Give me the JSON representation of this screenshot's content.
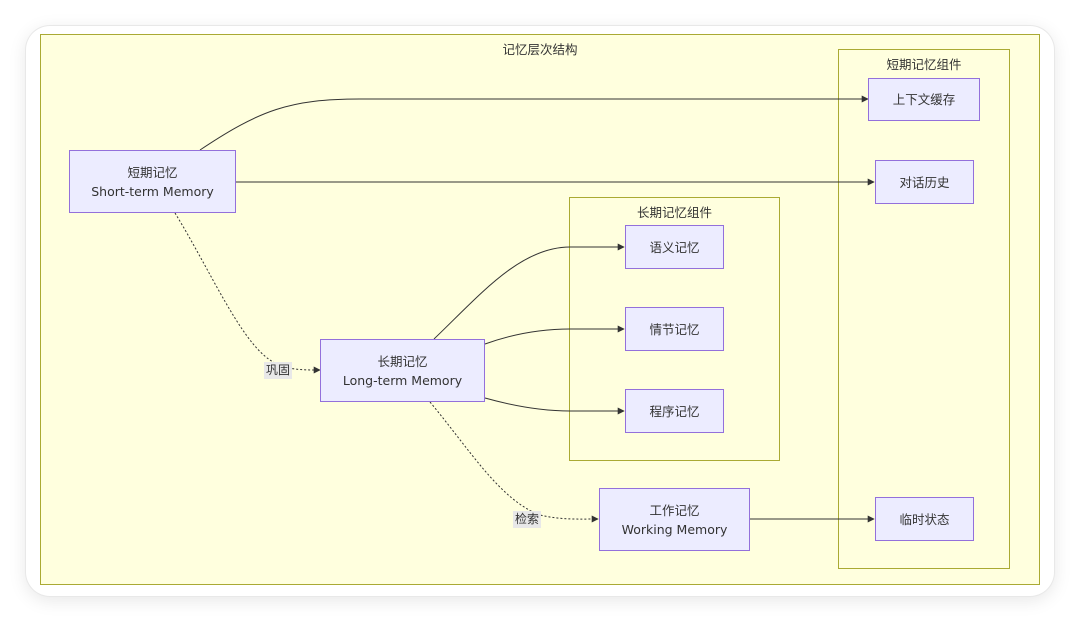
{
  "diagram": {
    "root_title": "记忆层次结构",
    "clusters": {
      "short_components": "短期记忆组件",
      "long_components": "长期记忆组件"
    },
    "nodes": {
      "short_term": {
        "line1": "短期记忆",
        "line2": "Short-term Memory"
      },
      "long_term": {
        "line1": "长期记忆",
        "line2": "Long-term Memory"
      },
      "working": {
        "line1": "工作记忆",
        "line2": "Working Memory"
      },
      "context_cache": "上下文缓存",
      "dialog_history": "对话历史",
      "temp_state": "临时状态",
      "semantic": "语义记忆",
      "episodic": "情节记忆",
      "procedural": "程序记忆"
    },
    "edge_labels": {
      "consolidate": "巩固",
      "retrieve": "检索"
    },
    "colors": {
      "cluster_fill": "#ffffde",
      "cluster_border": "#aaaa33",
      "node_fill": "#ececff",
      "node_border": "#9370db",
      "edge": "#333333"
    }
  }
}
